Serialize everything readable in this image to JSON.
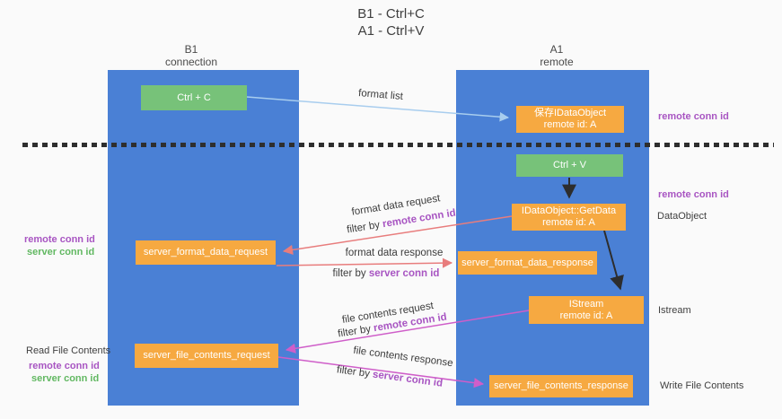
{
  "title": {
    "line1": "B1 - Ctrl+C",
    "line2": "A1 - Ctrl+V"
  },
  "lifelines": {
    "left": {
      "name": "B1",
      "role": "connection"
    },
    "right": {
      "name": "A1",
      "role": "remote"
    }
  },
  "nodes": {
    "ctrl_c": {
      "label": "Ctrl + C"
    },
    "save_idataobject": {
      "line1": "保存IDataObject",
      "line2": "remote id: A"
    },
    "ctrl_v": {
      "label": "Ctrl + V"
    },
    "getdata": {
      "line1": "IDataObject::GetData",
      "line2": "remote id: A"
    },
    "server_format_data_request": {
      "label": "server_format_data_request"
    },
    "server_format_data_response": {
      "label": "server_format_data_response"
    },
    "istream": {
      "line1": "IStream",
      "line2": "remote id: A"
    },
    "server_file_contents_request": {
      "label": "server_file_contents_request"
    },
    "server_file_contents_response": {
      "label": "server_file_contents_response"
    }
  },
  "edge_labels": {
    "format_list": "format list",
    "format_data_request": "format data request",
    "format_data_response": "format data response",
    "file_contents_request": "file contents request",
    "file_contents_response": "file contents response",
    "filter_by": "filter by"
  },
  "shared": {
    "remote_conn_id": "remote conn id",
    "server_conn_id": "server conn id"
  },
  "annotations": {
    "read_file_contents": "Read File Contents",
    "write_file_contents": "Write File Contents",
    "data_object": "DataObject",
    "istream": "Istream"
  },
  "colors": {
    "background": "#fafafa",
    "lifeline_blue": "#4a80d5",
    "action_green": "#77c279",
    "message_orange": "#f6a941",
    "remote_conn_purple": "#a855c2",
    "server_conn_green": "#62b862",
    "format_arrow_salmon": "#e87d7d",
    "file_arrow_magenta": "#cf5ec9",
    "format_list_arrow_blue": "#a8cdee",
    "black_arrow": "#2d2d2d",
    "dashed_line": "#2e2e2e"
  }
}
